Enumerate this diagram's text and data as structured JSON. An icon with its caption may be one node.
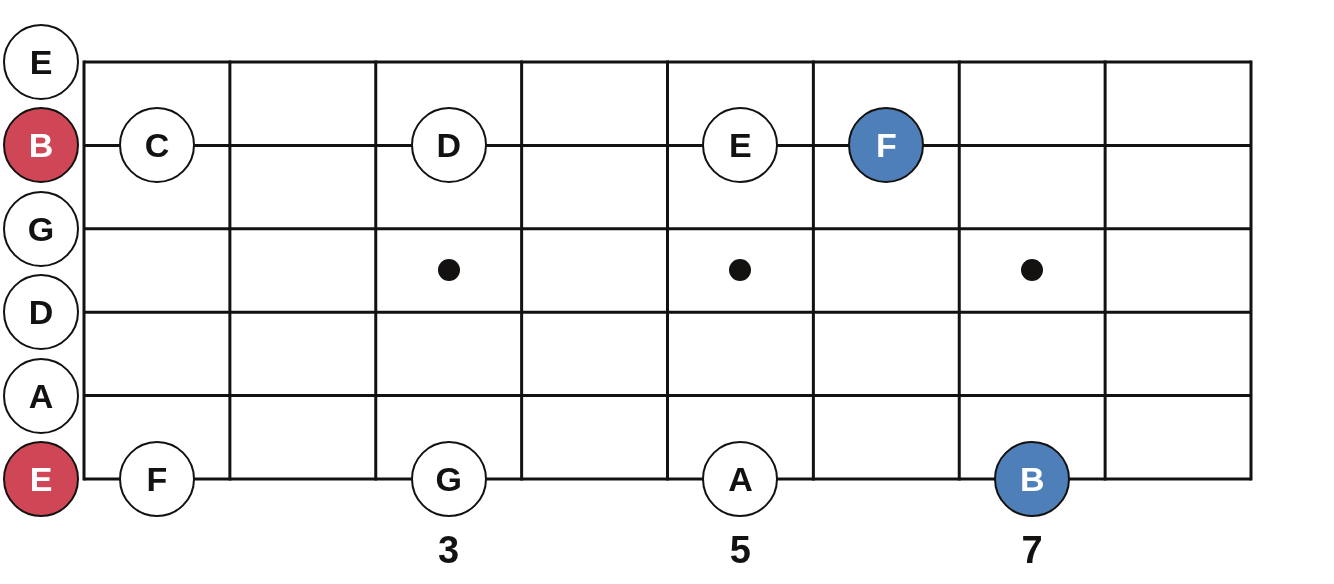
{
  "diagram": {
    "nodes": [
      {
        "text": [
          "E"
        ]
      },
      {
        "text": [
          "B"
        ]
      },
      {
        "text": [
          "C"
        ]
      },
      {
        "text": [
          "D"
        ]
      },
      {
        "text": [
          "E"
        ]
      },
      {
        "text": [
          "F"
        ]
      },
      {
        "text": [
          "G"
        ]
      },
      {
        "text": [
          "D"
        ]
      },
      {
        "text": [
          "A"
        ]
      },
      {
        "text": [
          "E"
        ]
      },
      {
        "text": [
          "F"
        ]
      },
      {
        "text": [
          "G"
        ]
      },
      {
        "text": [
          "A"
        ]
      },
      {
        "text": [
          "B"
        ]
      }
    ],
    "labels": [
      "3",
      "5",
      "7"
    ]
  }
}
